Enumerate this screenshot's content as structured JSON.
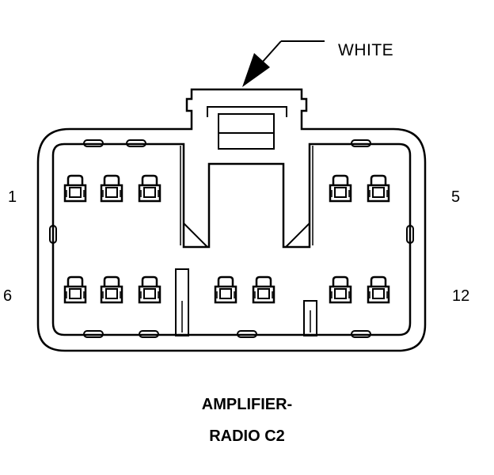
{
  "callout": {
    "label": "WHITE"
  },
  "pin_labels": {
    "top_left": "1",
    "top_right": "5",
    "bottom_left": "6",
    "bottom_right": "12"
  },
  "caption": {
    "line1": "AMPLIFIER-",
    "line2": "RADIO C2"
  },
  "colors": {
    "stroke": "#000000",
    "background": "#ffffff"
  },
  "icons": {
    "terminal": "terminal-cavity-icon",
    "arrow": "callout-arrow-icon"
  }
}
